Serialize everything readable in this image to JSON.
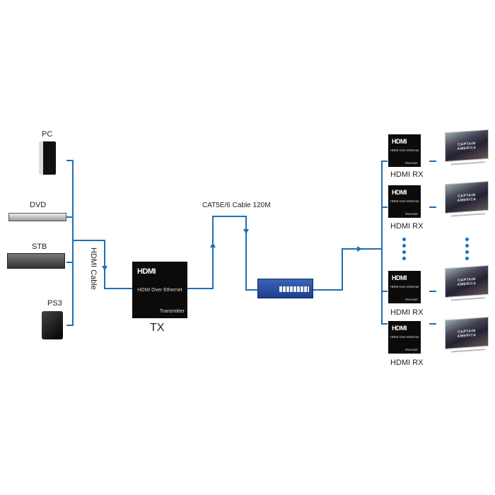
{
  "sources": [
    {
      "label": "PC"
    },
    {
      "label": "DVD"
    },
    {
      "label": "STB"
    },
    {
      "label": "PS3"
    }
  ],
  "hdmi_cable_label": "HDMI Cable",
  "tx": {
    "logo": "HDMI",
    "model": "HDMI Over Ethernet",
    "role": "Transmitter",
    "label": "TX"
  },
  "cat_cable_label": "CAT5E/6 Cable 120M",
  "receivers": [
    {
      "logo": "HDMI",
      "model": "HDMI Over Ethernet",
      "role": "Receiver",
      "label": "HDMI RX"
    },
    {
      "logo": "HDMI",
      "model": "HDMI Over Ethernet",
      "role": "Receiver",
      "label": "HDMI RX"
    },
    {
      "logo": "HDMI",
      "model": "HDMI Over Ethernet",
      "role": "Receiver",
      "label": "HDMI RX"
    },
    {
      "logo": "HDMI",
      "model": "HDMI Over Ethernet",
      "role": "Receiver",
      "label": "HDMI RX"
    }
  ],
  "tv_title": "CAPTAIN AMERICA",
  "colors": {
    "line": "#1f6fb3",
    "switch": "#1d3f8c"
  }
}
